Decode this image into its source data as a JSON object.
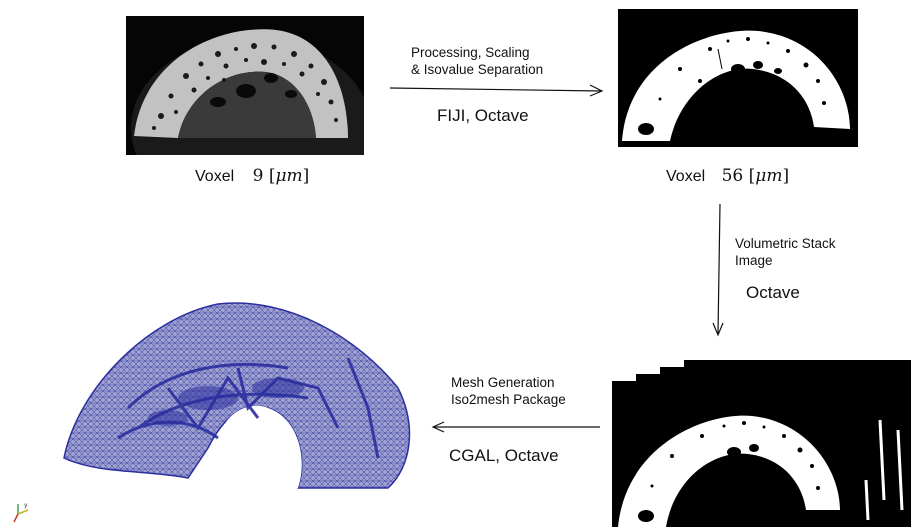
{
  "steps": {
    "raw": {
      "voxel_label": "Voxel",
      "voxel_value": "9",
      "voxel_unit": "μm"
    },
    "processing": {
      "line1": "Processing, Scaling",
      "line2": "& Isovalue Separation",
      "tools": "FIJI, Octave"
    },
    "binary": {
      "voxel_label": "Voxel",
      "voxel_value": "56",
      "voxel_unit": "μm"
    },
    "stack": {
      "line1": "Volumetric Stack",
      "line2": "Image",
      "tools": "Octave"
    },
    "mesh": {
      "line1": "Mesh Generation",
      "line2": "Iso2mesh Package",
      "tools": "CGAL, Octave"
    }
  },
  "colors": {
    "mesh": "#2b2f9e",
    "background": "#000000",
    "bone": "#ffffff",
    "raw_bone": "#bdbdbd"
  },
  "icons": {
    "axes": "axes-triad-icon"
  }
}
